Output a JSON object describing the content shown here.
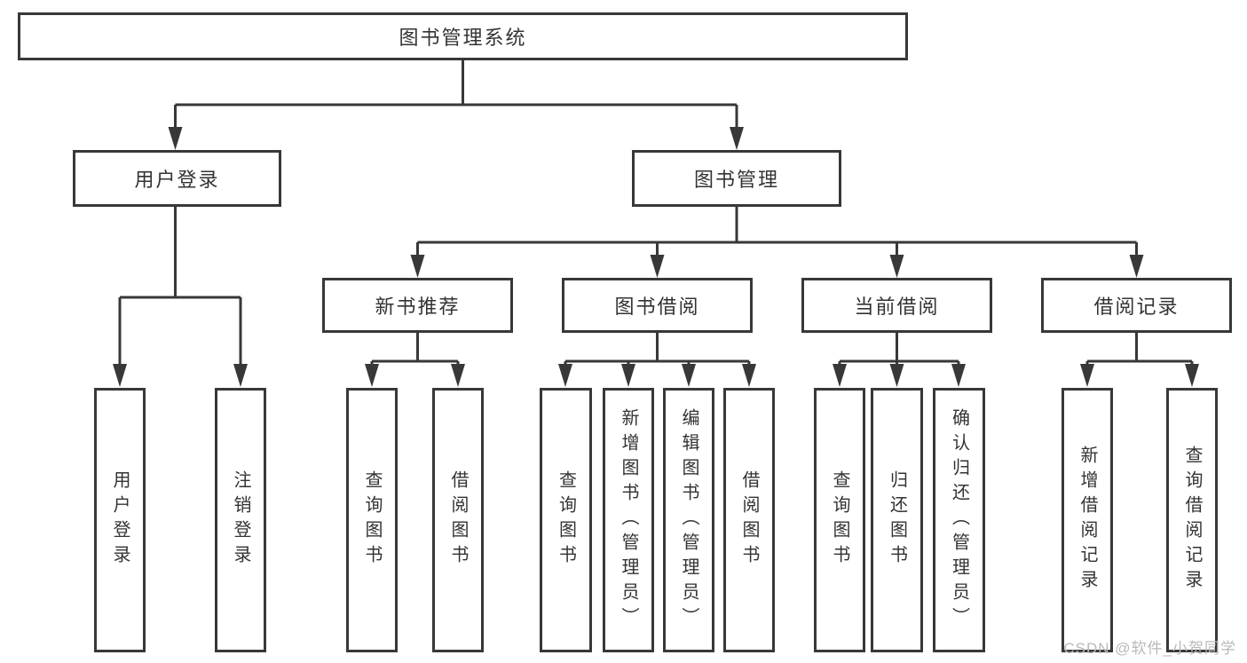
{
  "colors": {
    "line": "#383838",
    "box_border": "#383838",
    "text": "#333333",
    "background": "#ffffff",
    "watermark": "#b9b9b9"
  },
  "watermark": {
    "text": "CSDN @软件_小贺同学"
  },
  "diagram": {
    "type": "tree",
    "root": {
      "label": "图书管理系统"
    },
    "branches": [
      {
        "label": "用户登录",
        "children": [
          {
            "label": "用户登录"
          },
          {
            "label": "注销登录"
          }
        ]
      },
      {
        "label": "图书管理",
        "children": [
          {
            "label": "新书推荐",
            "children": [
              {
                "label": "查询图书"
              },
              {
                "label": "借阅图书"
              }
            ]
          },
          {
            "label": "图书借阅",
            "children": [
              {
                "label": "查询图书"
              },
              {
                "label": "新增图书（管理员）"
              },
              {
                "label": "编辑图书（管理员）"
              },
              {
                "label": "借阅图书"
              }
            ]
          },
          {
            "label": "当前借阅",
            "children": [
              {
                "label": "查询图书"
              },
              {
                "label": "归还图书"
              },
              {
                "label": "确认归还（管理员）"
              }
            ]
          },
          {
            "label": "借阅记录",
            "children": [
              {
                "label": "新增借阅记录"
              },
              {
                "label": "查询借阅记录"
              }
            ]
          }
        ]
      }
    ]
  }
}
